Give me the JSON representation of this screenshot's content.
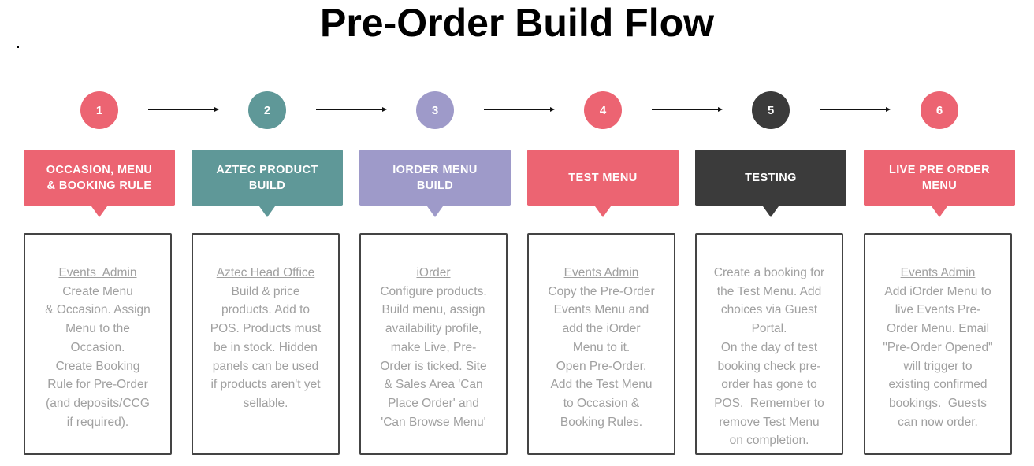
{
  "title": "Pre-Order Build Flow",
  "colors": {
    "red": "#ec6472",
    "teal": "#5f9898",
    "purple": "#9e9ac9",
    "dark": "#3b3b3b"
  },
  "steps": [
    {
      "number": "1",
      "color": "#ec6472",
      "heading": [
        "OCCASION, MENU",
        "& BOOKING RULE"
      ],
      "owner": "Events  Admin",
      "lines": [
        "Create Menu",
        "& Occasion. Assign",
        "Menu to the",
        "Occasion.",
        "Create Booking",
        "Rule for Pre-Order",
        "(and deposits/CCG",
        "if required)."
      ]
    },
    {
      "number": "2",
      "color": "#5f9898",
      "heading": [
        "AZTEC PRODUCT",
        "BUILD"
      ],
      "owner": "Aztec Head Office",
      "lines": [
        "Build & price",
        "products. Add to",
        "POS. Products must",
        "be in stock. Hidden",
        "panels can be used",
        "if products aren't yet",
        "sellable."
      ]
    },
    {
      "number": "3",
      "color": "#9e9ac9",
      "heading": [
        "IORDER MENU",
        "BUILD"
      ],
      "owner": "iOrder",
      "lines": [
        "Configure products.",
        "Build menu, assign",
        "availability profile,",
        "make Live, Pre-",
        "Order is ticked. Site",
        "& Sales Area 'Can",
        "Place Order' and",
        "'Can Browse Menu'"
      ]
    },
    {
      "number": "4",
      "color": "#ec6472",
      "heading": [
        "TEST MENU"
      ],
      "owner": "Events Admin",
      "lines": [
        "Copy the Pre-Order",
        "Events Menu and",
        "add the iOrder",
        "Menu to it.",
        "Open Pre-Order.",
        "Add the Test Menu",
        "to Occasion &",
        "Booking Rules."
      ]
    },
    {
      "number": "5",
      "color": "#3b3b3b",
      "heading": [
        "TESTING"
      ],
      "owner": "",
      "lines": [
        "Create a booking for",
        "the Test Menu. Add",
        "choices via Guest",
        "Portal.",
        "On the day of test",
        "booking check pre-",
        "order has gone to",
        "POS.  Remember to",
        "remove Test Menu",
        "on completion."
      ]
    },
    {
      "number": "6",
      "color": "#ec6472",
      "heading": [
        "LIVE PRE ORDER",
        "MENU"
      ],
      "owner": "Events Admin",
      "lines": [
        "Add iOrder Menu to",
        "live Events Pre-",
        "Order Menu. Email",
        "\"Pre-Order Opened\"",
        "will trigger to",
        "existing confirmed",
        "bookings.  Guests",
        "can now order."
      ]
    }
  ]
}
